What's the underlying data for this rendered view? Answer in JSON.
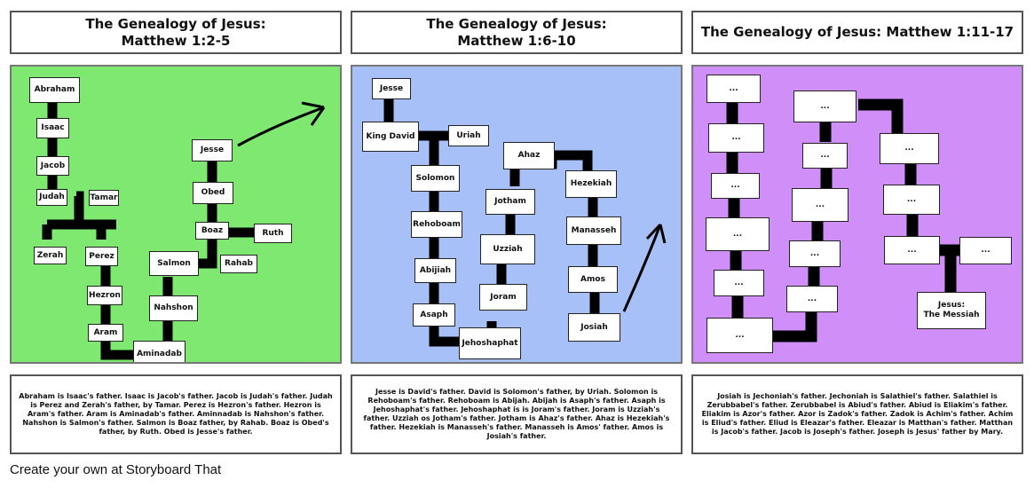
{
  "titles": [
    "The Genealogy of Jesus:\nMatthew 1:2-5",
    "The Genealogy of Jesus:\nMatthew 1:6-10",
    "The Genealogy of Jesus: Matthew 1:11-17"
  ],
  "colors": {
    "panel1": "#7ee870",
    "panel2": "#a8c0f8",
    "panel3": "#d08ef8"
  },
  "panel1": {
    "abraham": "Abraham",
    "isaac": "Isaac",
    "jacob": "Jacob",
    "judah": "Judah",
    "tamar": "Tamar",
    "zerah": "Zerah",
    "perez": "Perez",
    "hezron": "Hezron",
    "aram": "Aram",
    "aminadab": "Aminadab",
    "nahshon": "Nahshon",
    "salmon": "Salmon",
    "rahab": "Rahab",
    "boaz": "Boaz",
    "ruth": "Ruth",
    "obed": "Obed",
    "jesse": "Jesse"
  },
  "panel2": {
    "jesse": "Jesse",
    "king_david": "King David",
    "uriah": "Uriah",
    "solomon": "Solomon",
    "rehoboam": "Rehoboam",
    "abijiah": "Abijiah",
    "asaph": "Asaph",
    "jehoshaphat": "Jehoshaphat",
    "joram": "Joram",
    "uzziah": "Uzziah",
    "jotham": "Jotham",
    "ahaz": "Ahaz",
    "hezekiah": "Hezekiah",
    "manasseh": "Manasseh",
    "amos": "Amos",
    "josiah": "Josiah"
  },
  "panel3": {
    "placeholder": "...",
    "jesus": "Jesus:\nThe Messiah"
  },
  "captions": [
    "Abraham is Isaac's father. Isaac is Jacob's father. Jacob is Judah's father. Judah is Perez and Zerah's father, by Tamar. Perez is Hezron's father. Hezron is Aram's father. Aram is Aminadab's father. Aminnadab is Nahshon's father. Nahshon is Salmon's father. Salmon is Boaz father, by Rahab. Boaz is Obed's father, by Ruth. Obed is Jesse's father.",
    "Jesse is David's father. David is Solomon's father, by Uriah. Solomon is Rehoboam's father. Rehoboam is Abijah. Abijah is Asaph's father. Asaph is Jehoshaphat's father. Jehoshaphat is is Joram's father. Joram is Uzziah's father. Uzziah os Jotham's father. Jotham is Ahaz's father. Ahaz is Hezekiah's father. Hezekiah is Manasseh's father. Manasseh is Amos' father. Amos is Josiah's father.",
    "Josiah is Jechoniah's father. Jechoniah is Salathiel's father. Salathiel is Zerubbabel's father. Zerubbabel is Abiud's father. Abiud is Eliakim's father. Eliakim is Azor's father. Azor is Zadok's father. Zadok is Achim's father. Achim is Eliud's father. Eliud is Eleazar's father. Eleazar is Matthan's father. Matthan is Jacob's father. Jacob is Joseph's father. Joseph is Jesus' father by Mary."
  ],
  "footer": "Create your own at Storyboard That"
}
